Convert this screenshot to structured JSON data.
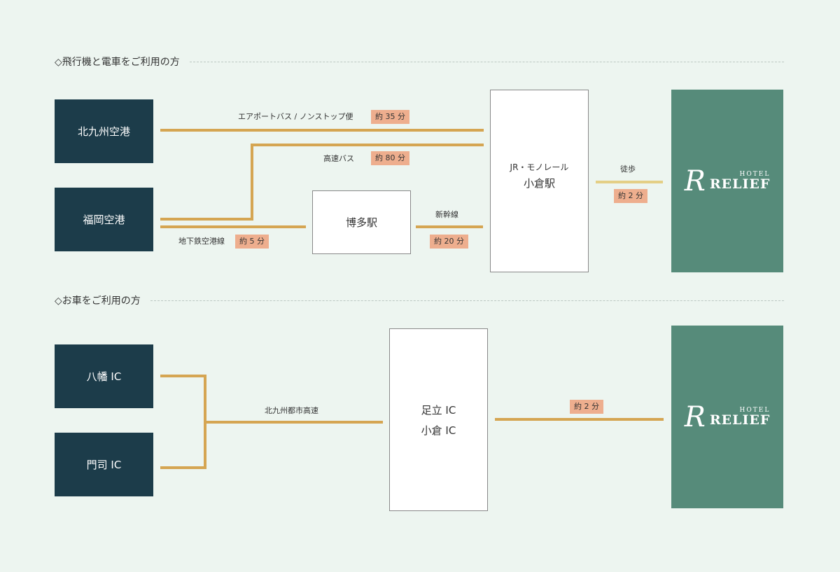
{
  "sections": {
    "air_rail": {
      "title": "◇飛行機と電車をご利用の方"
    },
    "car": {
      "title": "◇お車をご利用の方"
    }
  },
  "nodes": {
    "kitakyushu_airport": "北九州空港",
    "fukuoka_airport": "福岡空港",
    "hakata_station": "博多駅",
    "kokura_station_line1": "JR・モノレール",
    "kokura_station_line2": "小倉駅",
    "yahata_ic": "八幡 IC",
    "moji_ic": "門司 IC",
    "adachi_ic_line1": "足立 IC",
    "adachi_ic_line2": "小倉 IC"
  },
  "hotel": {
    "mark": "R",
    "small": "HOTEL",
    "big": "RELIEF"
  },
  "routes": {
    "airport_bus": {
      "label": "エアポートバス / ノンストップ便",
      "time": "約 35 分"
    },
    "highway_bus": {
      "label": "高速バス",
      "time": "約 80 分"
    },
    "subway": {
      "label": "地下鉄空港線",
      "time": "約 5 分"
    },
    "shinkansen": {
      "label": "新幹線",
      "time": "約 20 分"
    },
    "walk": {
      "label": "徒歩",
      "time": "約 2 分"
    },
    "expressway": {
      "label": "北九州都市高速"
    },
    "drive": {
      "time": "約 2 分"
    }
  },
  "colors": {
    "background": "#edf5f0",
    "dark_box": "#1c3c4a",
    "hotel_box": "#568b7a",
    "route_line": "#d5a552",
    "walk_line": "#e4cf86",
    "time_badge": "#eeae8e"
  }
}
